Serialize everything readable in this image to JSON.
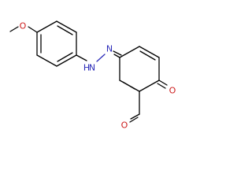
{
  "molecule": {
    "atoms": {
      "methoxy_oxygen": {
        "label": "O",
        "color": "#cc1a1a"
      },
      "azo_nitrogen_nh": {
        "label": "N",
        "color": "#2a2ab8"
      },
      "azo_hydrogen": {
        "label": "H",
        "color": "#2a2ab8"
      },
      "azo_nitrogen": {
        "label": "N",
        "color": "#2a2ab8"
      },
      "ketone_oxygen": {
        "label": "O",
        "color": "#cc1a1a"
      },
      "aldehyde_oxygen": {
        "label": "O",
        "color": "#cc1a1a"
      }
    }
  }
}
